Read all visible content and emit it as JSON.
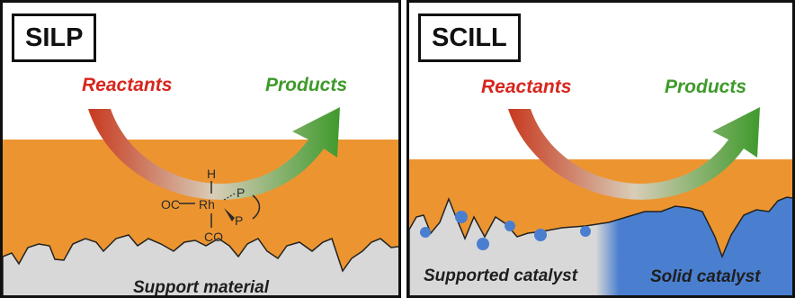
{
  "panels": {
    "silp": {
      "title": "SILP",
      "reactants": "Reactants",
      "products": "Products",
      "bottom_label": "Support material",
      "complex": {
        "metal": "Rh",
        "top_ligand": "H",
        "left_ligand": "OC",
        "bottom_ligand": "CO",
        "phosphine_upper": "P",
        "phosphine_lower": "P"
      }
    },
    "scill": {
      "title": "SCILL",
      "reactants": "Reactants",
      "products": "Products",
      "left_label": "Supported catalyst",
      "right_label": "Solid catalyst"
    }
  },
  "colors": {
    "ionic_liquid": "#ec9530",
    "support": "#d8d8d8",
    "solid_catalyst": "#4a7fd0",
    "reactants": "#d7261e",
    "products": "#3e9a2a",
    "frame": "#111111"
  }
}
